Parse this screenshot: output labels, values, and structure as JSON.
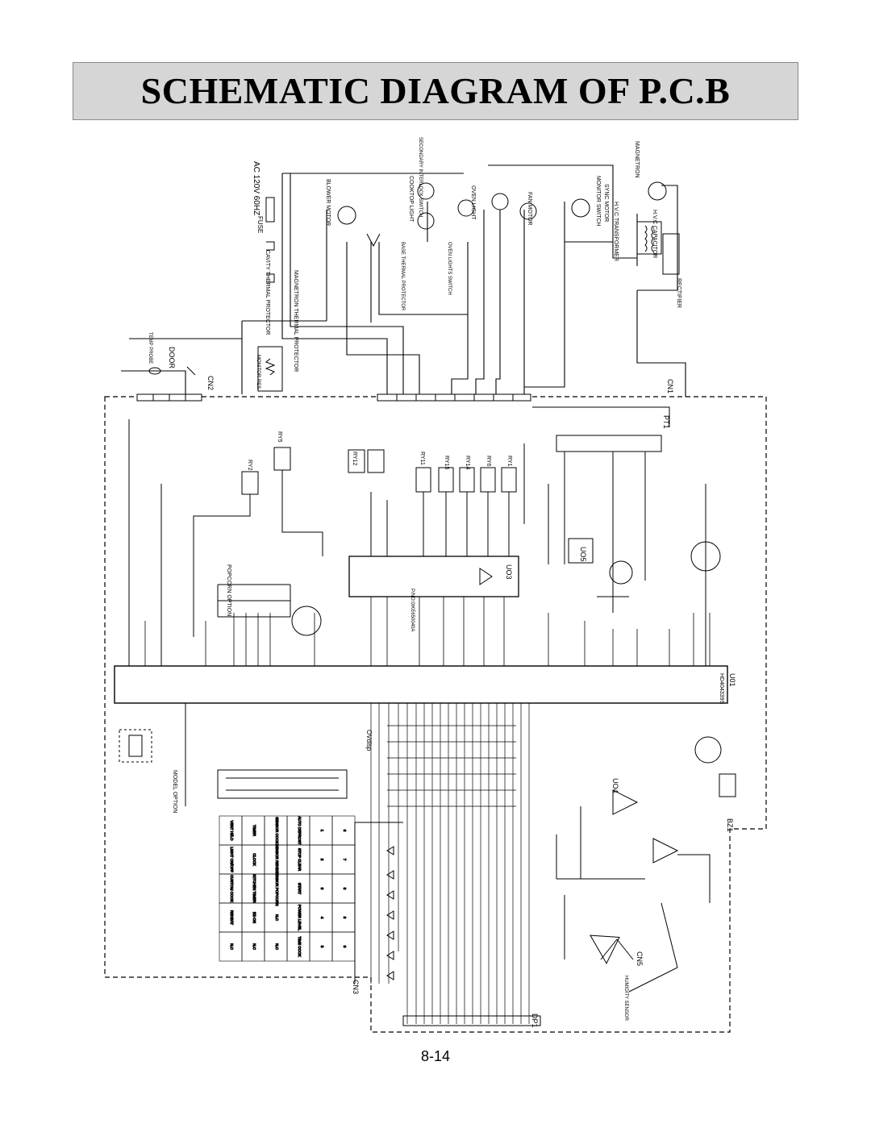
{
  "title": "SCHEMATIC DIAGRAM OF P.C.B",
  "page_number": "8-14",
  "labels": {
    "magnetron": "MAGNETRON",
    "hv_capacitor": "H.V.C CAPACITOR",
    "hv_transformer": "H.V.C TRANSFORMER",
    "rectifier": "RECTIFIER",
    "monitor_switch": "MONITOR SWITCH",
    "sync_motor": "SYNC MOTOR",
    "fan_motor": "FAN MOTOR",
    "oven_light": "OVEN LIGHT",
    "oven_lights_switch": "OVEN LIGHTS SWITCH",
    "cooktop_light": "COOKTOP LIGHT",
    "secondary_interlock": "SECONDARY INTERLOCK SWITCH",
    "base_thermal": "BASE THERMAL PROTECTOR",
    "blower_motor": "BLOWER MOTOR",
    "ac_supply": "AC 120V 60HZ",
    "fuse": "FUSE",
    "cavity_thermal": "CAVITY THERMAL PROTECTOR",
    "magnetron_thermal": "MAGNETRON THERMAL PROTECTOR",
    "door": "DOOR",
    "temp_probe": "TEMP PROBE",
    "monitor_res": "MONITOR RES.",
    "cn1": "CN1",
    "cn2": "CN2",
    "cn3": "CN3",
    "cn5": "CN5",
    "pt1": "PT1",
    "u01": "U01",
    "u01_part": "HD404339S",
    "uo3": "UO3",
    "uo3_part": "P/NO:0IKE650040A",
    "uo5": "UO5",
    "uo4": "UO4",
    "bz1": "BZ1",
    "dp1": "DP1",
    "popcorn_option": "POPCORN OPTION",
    "model_option": "MODEL OPTION",
    "ovdisp": "OVdisp",
    "humidity_sensor": "HUMIDITY SENSOR",
    "relays": [
      "RY1",
      "RY2",
      "RY5",
      "RY6",
      "RY11",
      "RY12",
      "RY14",
      "RY15"
    ]
  },
  "keypad": [
    [
      "VENT HI/LO",
      "LIGHT ON/OFF",
      "CUSTOM COOK",
      "REHEAT",
      "N.C"
    ],
    [
      "TIMER",
      "CLOCK",
      "KITCHEN TIMER",
      "EZ-ON",
      "N.C"
    ],
    [
      "SENSOR COOK",
      "SENSOR REHEAT",
      "SENSOR POPCORN",
      "N.C",
      "N.C"
    ],
    [
      "AUTO DEFROST",
      "STOP CLEAR",
      "START",
      "POWER LEVEL",
      "TIME COOK"
    ],
    [
      "1",
      "2",
      "3",
      "4",
      "5"
    ],
    [
      "6",
      "7",
      "8",
      "9",
      "0"
    ]
  ],
  "colors": {
    "title_bar": "#d6d6d6",
    "ink": "#000000"
  }
}
